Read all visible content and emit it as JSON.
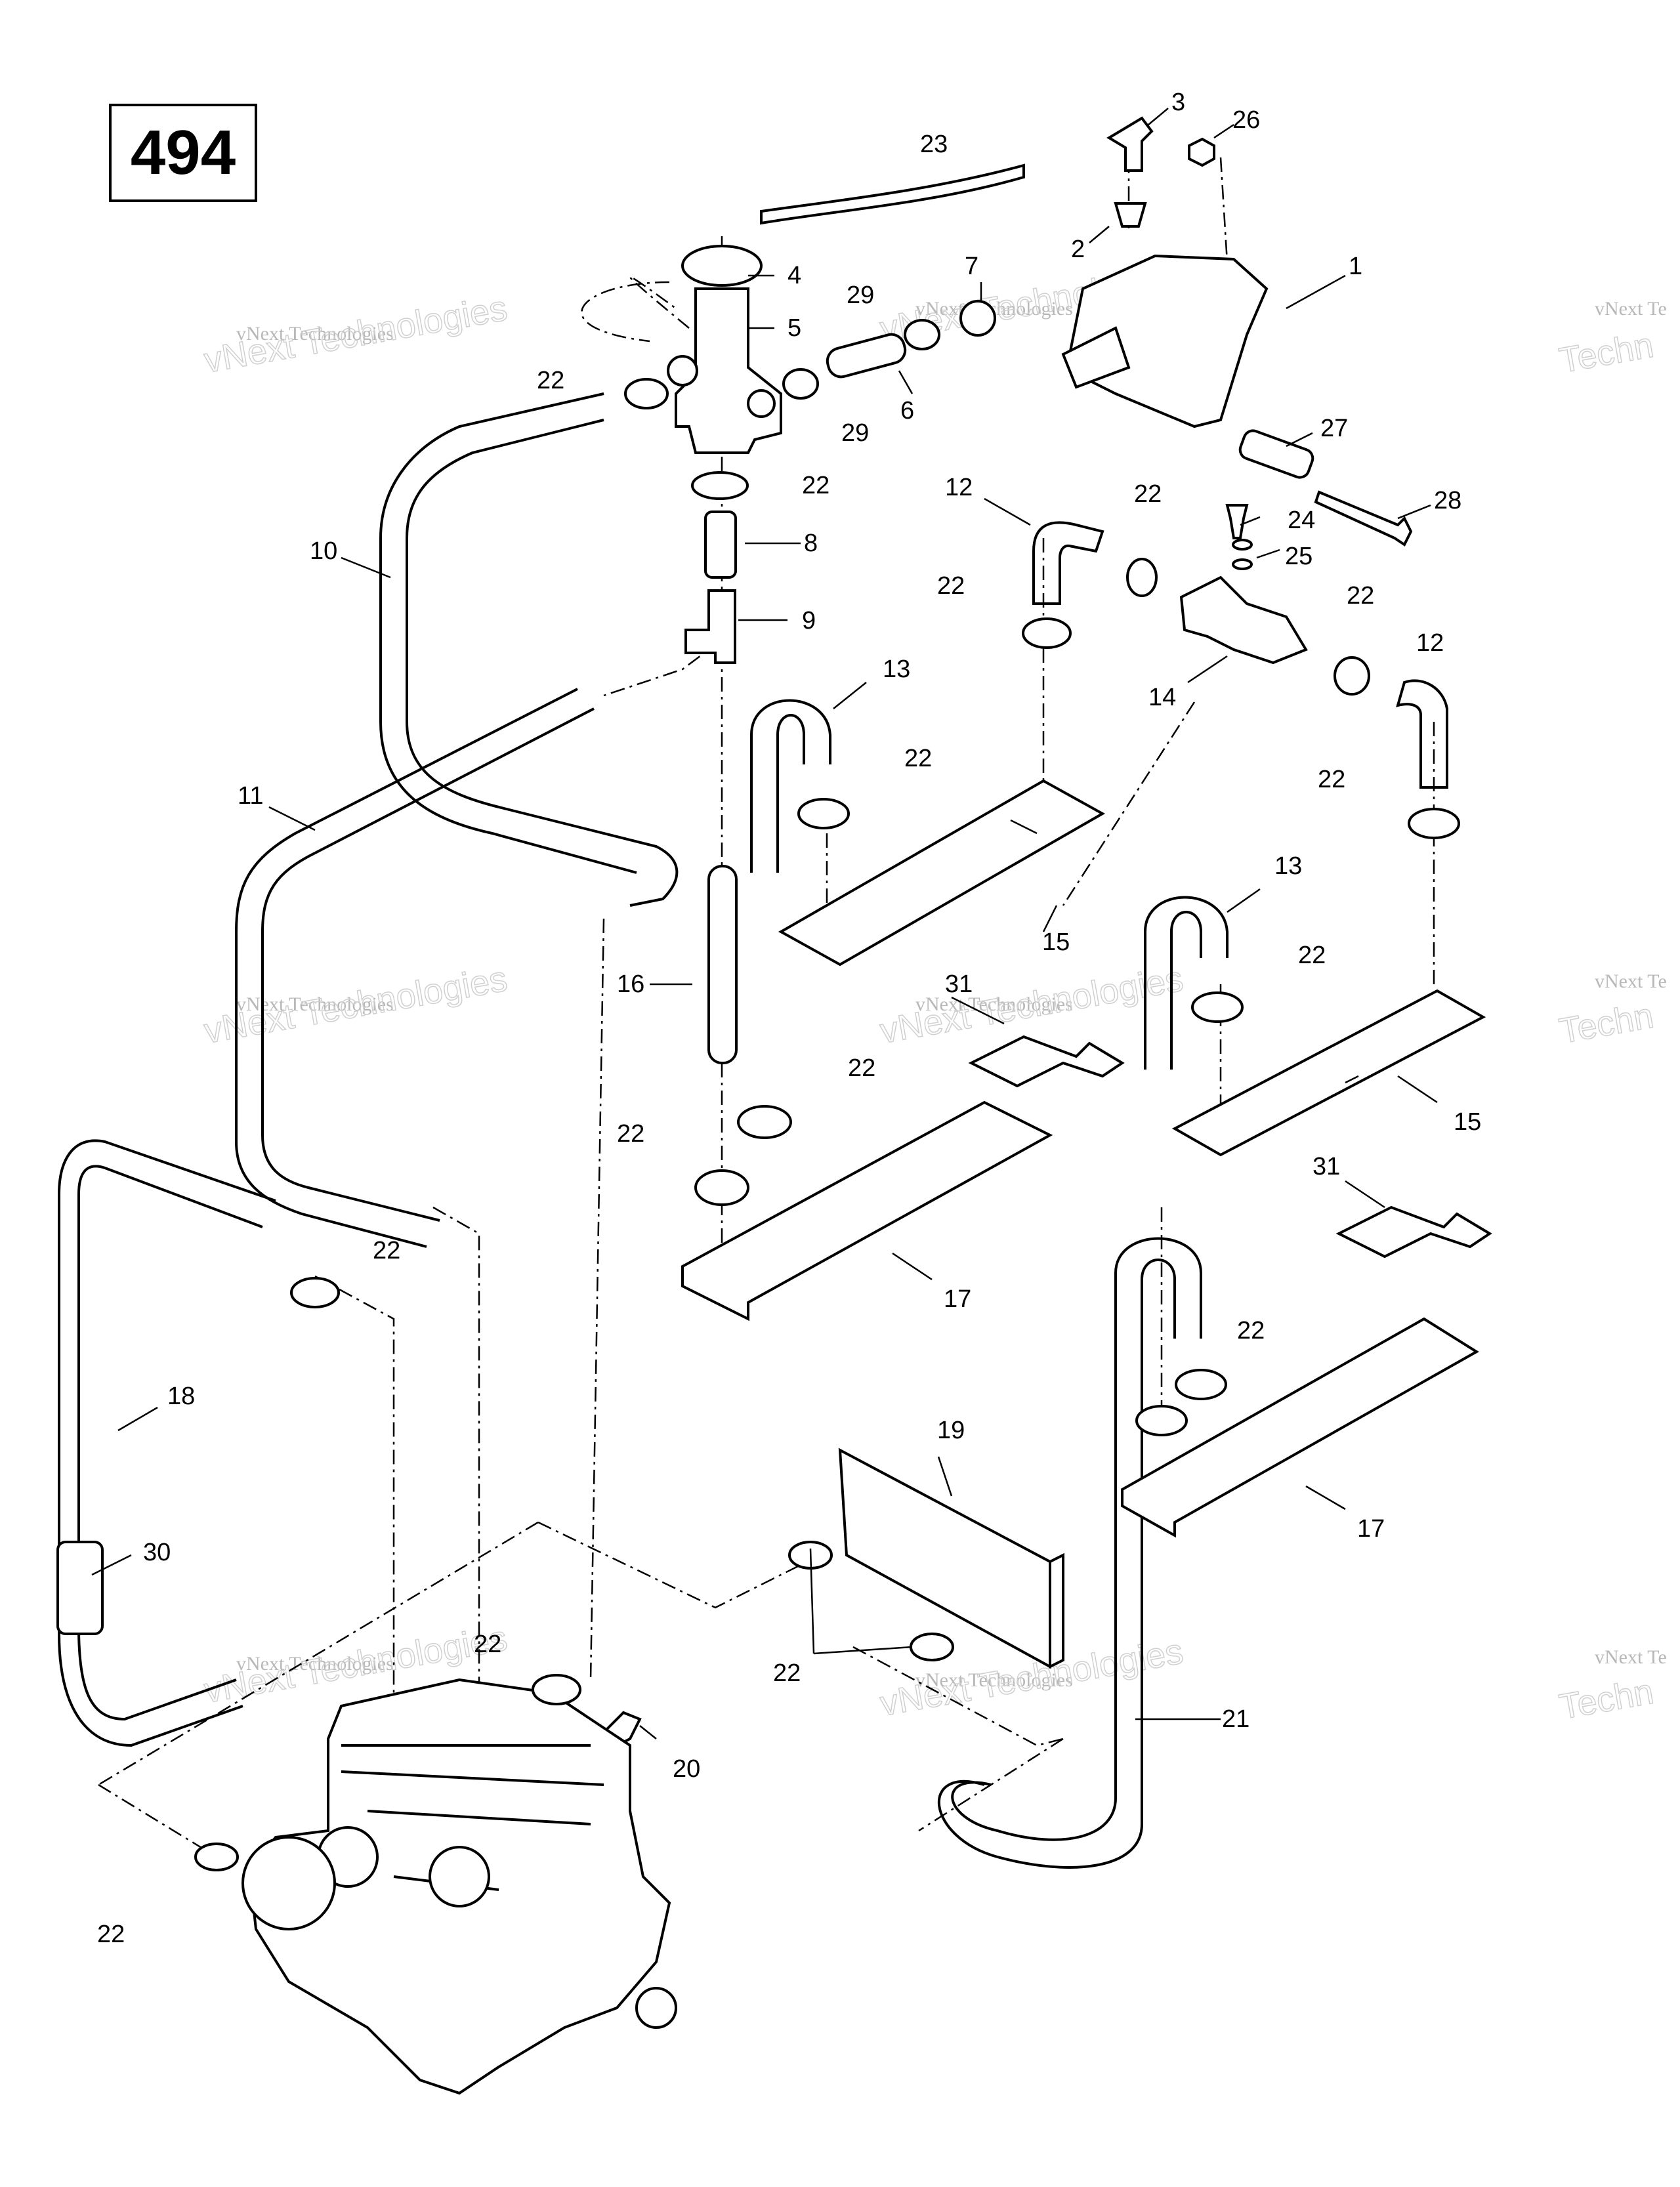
{
  "diagram_id": "494",
  "watermark": {
    "small": "vNext Technologies",
    "big": "vNext Technologies",
    "edge_small": "vNext Te",
    "edge_big": "Techn"
  },
  "callouts": {
    "c1": "1",
    "c2": "2",
    "c3": "3",
    "c4": "4",
    "c5": "5",
    "c6": "6",
    "c7": "7",
    "c8": "8",
    "c9": "9",
    "c10": "10",
    "c11": "11",
    "c12": "12",
    "c13": "13",
    "c14": "14",
    "c15": "15",
    "c16": "16",
    "c17": "17",
    "c18": "18",
    "c19": "19",
    "c20": "20",
    "c21": "21",
    "c22": "22",
    "c23": "23",
    "c24": "24",
    "c25": "25",
    "c26": "26",
    "c27": "27",
    "c28": "28",
    "c29": "29",
    "c30": "30",
    "c31": "31"
  }
}
